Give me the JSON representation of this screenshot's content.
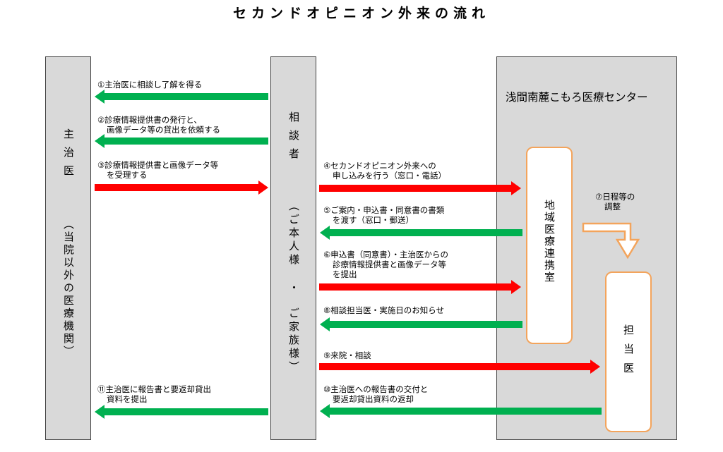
{
  "title": "セカンドオピニオン外来の流れ",
  "columns": {
    "left": {
      "lines": [
        "主",
        "治",
        "医",
        "（当院以外の医療機関）"
      ]
    },
    "middle": {
      "lines": [
        "相",
        "談",
        "者",
        "（ご本人様",
        "・",
        "ご家族様）"
      ]
    },
    "right": {
      "title": "浅間南麓こもろ医療センター"
    }
  },
  "inner_boxes": {
    "renkei": "地域医療連携室",
    "tantou": "担当医"
  },
  "steps": [
    {
      "id": "s1",
      "lines": [
        "①主治医に相談し了解を得る"
      ]
    },
    {
      "id": "s2",
      "lines": [
        "②診療情報提供書の発行と、",
        "画像データ等の貸出を依頼する"
      ]
    },
    {
      "id": "s3",
      "lines": [
        "③診療情報提供書と画像データ等",
        "を受理する"
      ]
    },
    {
      "id": "s4",
      "lines": [
        "④セカンドオピニオン外来への",
        "申し込みを行う（窓口・電話）"
      ]
    },
    {
      "id": "s5",
      "lines": [
        "⑤ご案内・申込書・同意書の書類",
        "を渡す（窓口・郵送）"
      ]
    },
    {
      "id": "s6",
      "lines": [
        "⑥申込書（同意書）・主治医からの",
        "診療情報提供書と画像データ等",
        "を提出"
      ]
    },
    {
      "id": "s7",
      "lines": [
        "⑦日程等の",
        "調整"
      ]
    },
    {
      "id": "s8",
      "lines": [
        "⑧相談担当医・実施日のお知らせ"
      ]
    },
    {
      "id": "s9",
      "lines": [
        "⑨来院・相談"
      ]
    },
    {
      "id": "s10",
      "lines": [
        "⑩主治医への報告書の交付と",
        "要返却貸出資料の返却"
      ]
    },
    {
      "id": "s11",
      "lines": [
        "⑪主治医に報告書と要返却貸出",
        "資料を提出"
      ]
    }
  ],
  "colors": {
    "green_arrow": "#00b050",
    "red_arrow": "#ff0000",
    "orange_border": "#f3a45c",
    "column_fill": "#d9d9d9"
  }
}
